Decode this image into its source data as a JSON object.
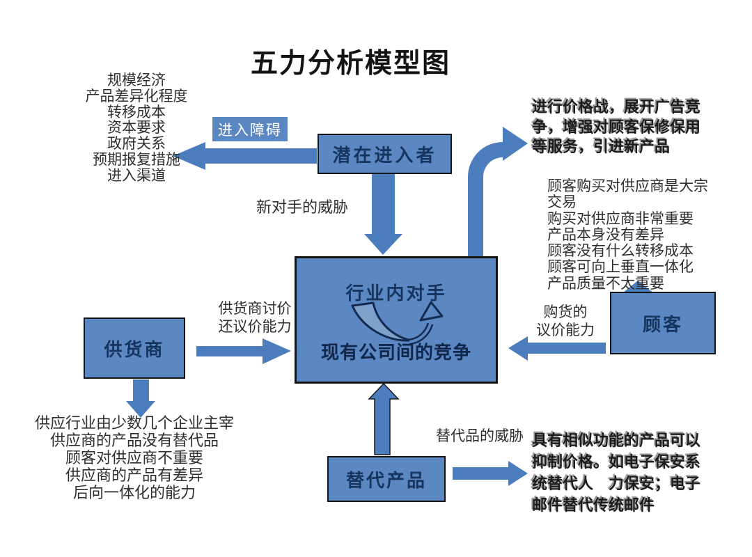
{
  "title": "五力分析模型图",
  "colors": {
    "box_blue": "#5b87c2",
    "arrow_blue": "#4c7dbd",
    "border_dark": "#141414",
    "box_text_navy": "#16355e",
    "entry_barrier_text": "#ffffff",
    "swoosh_fill": "#7fa0ca",
    "swoosh_stroke": "#142a50"
  },
  "boxes": {
    "entry_barrier": "进入障碍",
    "potential_entrants": "潜在进入者",
    "suppliers": "供货商",
    "customers": "顾客",
    "substitutes": "替代产品",
    "center_top": "行业内对手",
    "center_bottom": "现有公司间的竞争"
  },
  "labels": {
    "new_rival_threat": "新对手的威胁",
    "supplier_power": "供货商讨价\n还议价能力",
    "buyer_power": "购货的\n议价能力",
    "substitute_threat": "替代品的威胁"
  },
  "text_blocks": {
    "entry_factors": "规模经济\n产品差异化程度\n转移成本\n资本要求\n政府关系\n预期报复措施\n进入渠道",
    "competition_actions": "进行价格战，展开广告竞\n争，增强对顾客保修保用\n等服务，引进新产品",
    "buyer_factors": "顾客购买对供应商是大宗交易\n购买对供应商非常重要\n产品本身没有差异\n顾客没有什么转移成本\n顾客可向上垂直一体化\n产品质量不太重要",
    "supplier_factors": "供应行业由少数几个企业主宰\n供应商的产品没有替代品\n顾客对供应商不重要\n供应商的产品有差异\n后向一体化的能力",
    "substitute_effects": "具有相似功能的产品可以\n抑制价格。如电子保安系\n统替代人　力保安；电子\n邮件替代传统邮件"
  }
}
